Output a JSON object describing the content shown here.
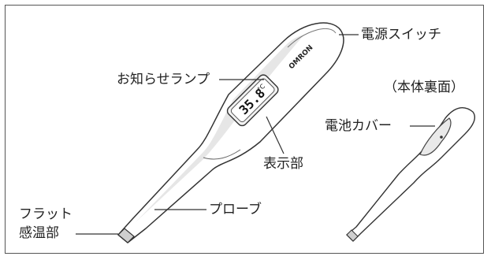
{
  "diagram": {
    "brand": "OMRON",
    "display_reading": "35.8",
    "display_unit": "°C",
    "labels": {
      "power_switch": "電源スイッチ",
      "indicator_lamp": "お知らせランプ",
      "back_view": "（本体裏面）",
      "battery_cover": "電池カバー",
      "display": "表示部",
      "probe": "プローブ",
      "flat_sensor_line1": "フラット",
      "flat_sensor_line2": "感温部"
    }
  }
}
